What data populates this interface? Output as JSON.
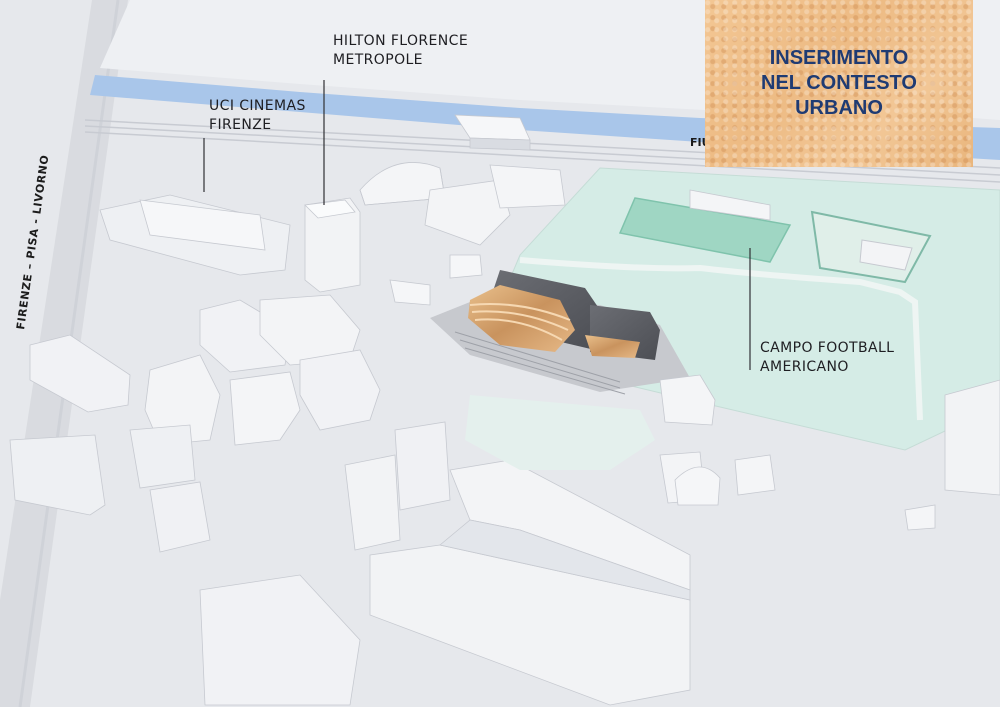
{
  "title": {
    "lines": [
      "INSERIMENTO",
      "NEL CONTESTO",
      "URBANO"
    ]
  },
  "labels": {
    "hilton": [
      "HILTON FLORENCE",
      "METROPOLE"
    ],
    "uci": [
      "UCI CINEMAS",
      "FIRENZE"
    ],
    "campo": [
      "CAMPO FOOTBALL",
      "AMERICANO"
    ],
    "river": "FIUME",
    "road": "FIRENZE – PISA - LIVORNO"
  },
  "colors": {
    "river": "#a9c6ea",
    "field": "#d5ece6",
    "pitch": "#9fd6c3",
    "stadium_facade": "#d8a872",
    "title_text": "#1f3b73"
  }
}
